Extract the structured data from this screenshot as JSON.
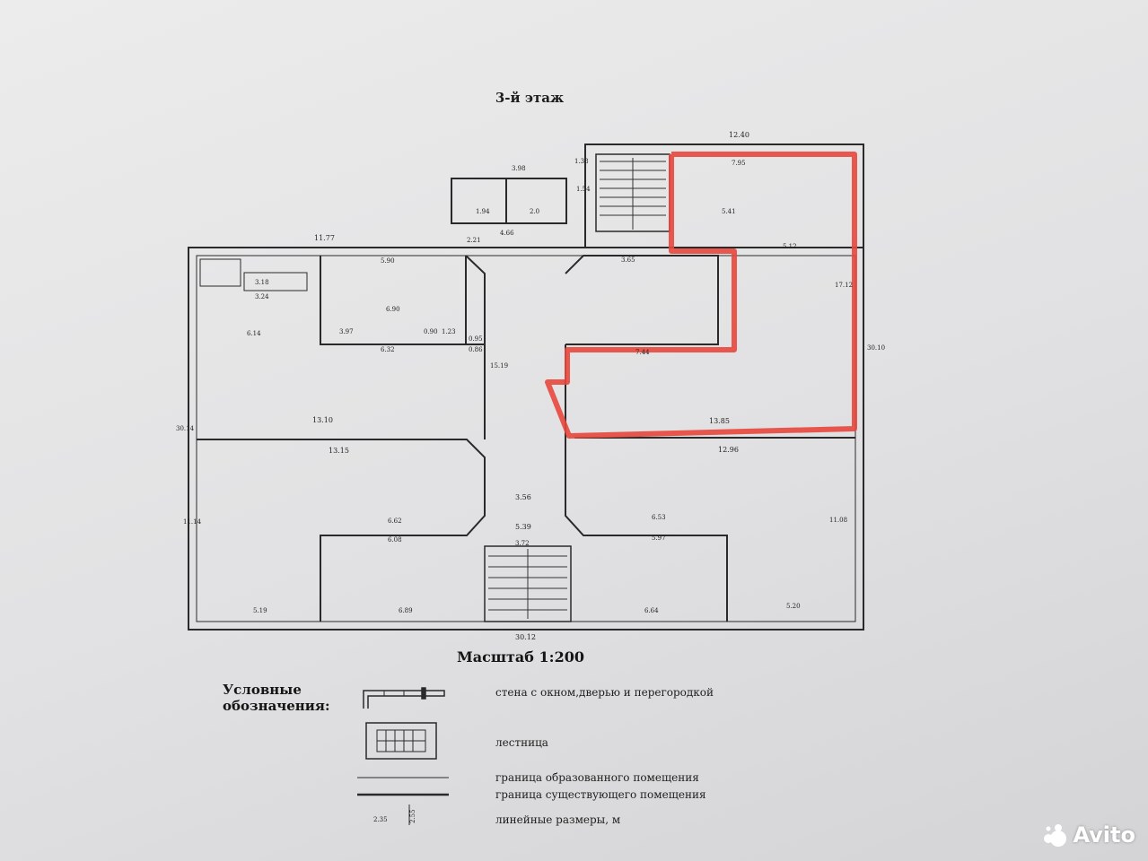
{
  "plan": {
    "title": "3-й этаж",
    "scale": "Масштаб 1:200",
    "dimensions": [
      "12.40",
      "3.98",
      "1.38",
      "11.77",
      "5.90",
      "3.18",
      "3.24",
      "6.14",
      "6.90",
      "3.97",
      "0.90",
      "1.23",
      "0.95",
      "0.86",
      "6.32",
      "13.10",
      "13.15",
      "5.12",
      "17.12",
      "13.85",
      "12.96",
      "30.10",
      "30.14",
      "3.56",
      "5.39",
      "3.72",
      "6.62",
      "6.08",
      "6.89",
      "6.53",
      "5.97",
      "6.64",
      "5.19",
      "5.20",
      "11.08",
      "11.14",
      "30.12",
      "7.95",
      "5.41",
      "3.65",
      "7.44",
      "15.19",
      "2.21",
      "4.66",
      "1.94",
      "2.0",
      "1.54"
    ]
  },
  "legend": {
    "title_line1": "Условные",
    "title_line2": "обозначения:",
    "items": [
      "стена с окном,дверью и перегородкой",
      "лестница",
      "граница образованного помещения",
      "граница существующего помещения",
      "линейные размеры, м"
    ],
    "sample_dim_h": "2.35",
    "sample_dim_v": "2.55"
  },
  "watermark": {
    "text": "Avito"
  },
  "colors": {
    "highlight": "#e8473c",
    "walls": "#2a2a2a"
  }
}
